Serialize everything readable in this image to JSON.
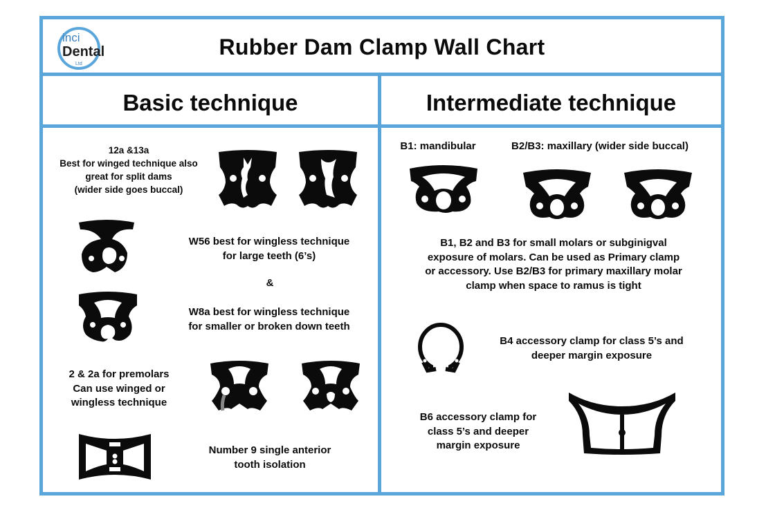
{
  "logo": {
    "line1": "inci",
    "line2": "Dental",
    "line3": "Ltd",
    "ring_color": "#5aa6db"
  },
  "page_title": "Rubber Dam Clamp Wall Chart",
  "colors": {
    "border": "#5aa6db",
    "clamp": "#0b0b0b"
  },
  "basic": {
    "heading": "Basic technique",
    "winged_12a": {
      "line1": "12a &13a",
      "line2": "Best for winged technique also",
      "line3": "great for split dams",
      "line4": "(wider side goes buccal)"
    },
    "w56": {
      "line1": "W56 best for wingless technique",
      "line2": "for large teeth (6’s)"
    },
    "and_text": "&",
    "w8a": {
      "line1": "W8a best for wingless technique",
      "line2": "for smaller or broken down teeth"
    },
    "premolar": {
      "line1": "2 & 2a for premolars",
      "line2": "Can use winged or",
      "line3": "wingless technique"
    },
    "number9": {
      "line1": "Number 9 single anterior",
      "line2": "tooth isolation"
    }
  },
  "intermediate": {
    "heading": "Intermediate technique",
    "b1_label": "B1: mandibular",
    "b23_label": "B2/B3: maxillary (wider side buccal)",
    "b_desc": {
      "line1": "B1, B2 and B3 for small molars or subginigval",
      "line2": "exposure of molars. Can be used as Primary clamp",
      "line3": "or accessory. Use B2/B3 for primary maxillary molar",
      "line4": "clamp when space to ramus is tight"
    },
    "b4": {
      "line1": "B4 accessory clamp for class 5’s and",
      "line2": "deeper margin exposure"
    },
    "b6": {
      "line1": "B6 accessory clamp for",
      "line2": "class 5’s and deeper",
      "line3": "margin exposure"
    }
  },
  "clamp_icons": [
    "clamp-12a-icon",
    "clamp-13a-icon",
    "clamp-w56-icon",
    "clamp-w8a-icon",
    "clamp-2-icon",
    "clamp-2a-icon",
    "clamp-9-icon",
    "clamp-b1-icon",
    "clamp-b2-icon",
    "clamp-b3-icon",
    "clamp-b4-icon",
    "clamp-b6-icon"
  ]
}
